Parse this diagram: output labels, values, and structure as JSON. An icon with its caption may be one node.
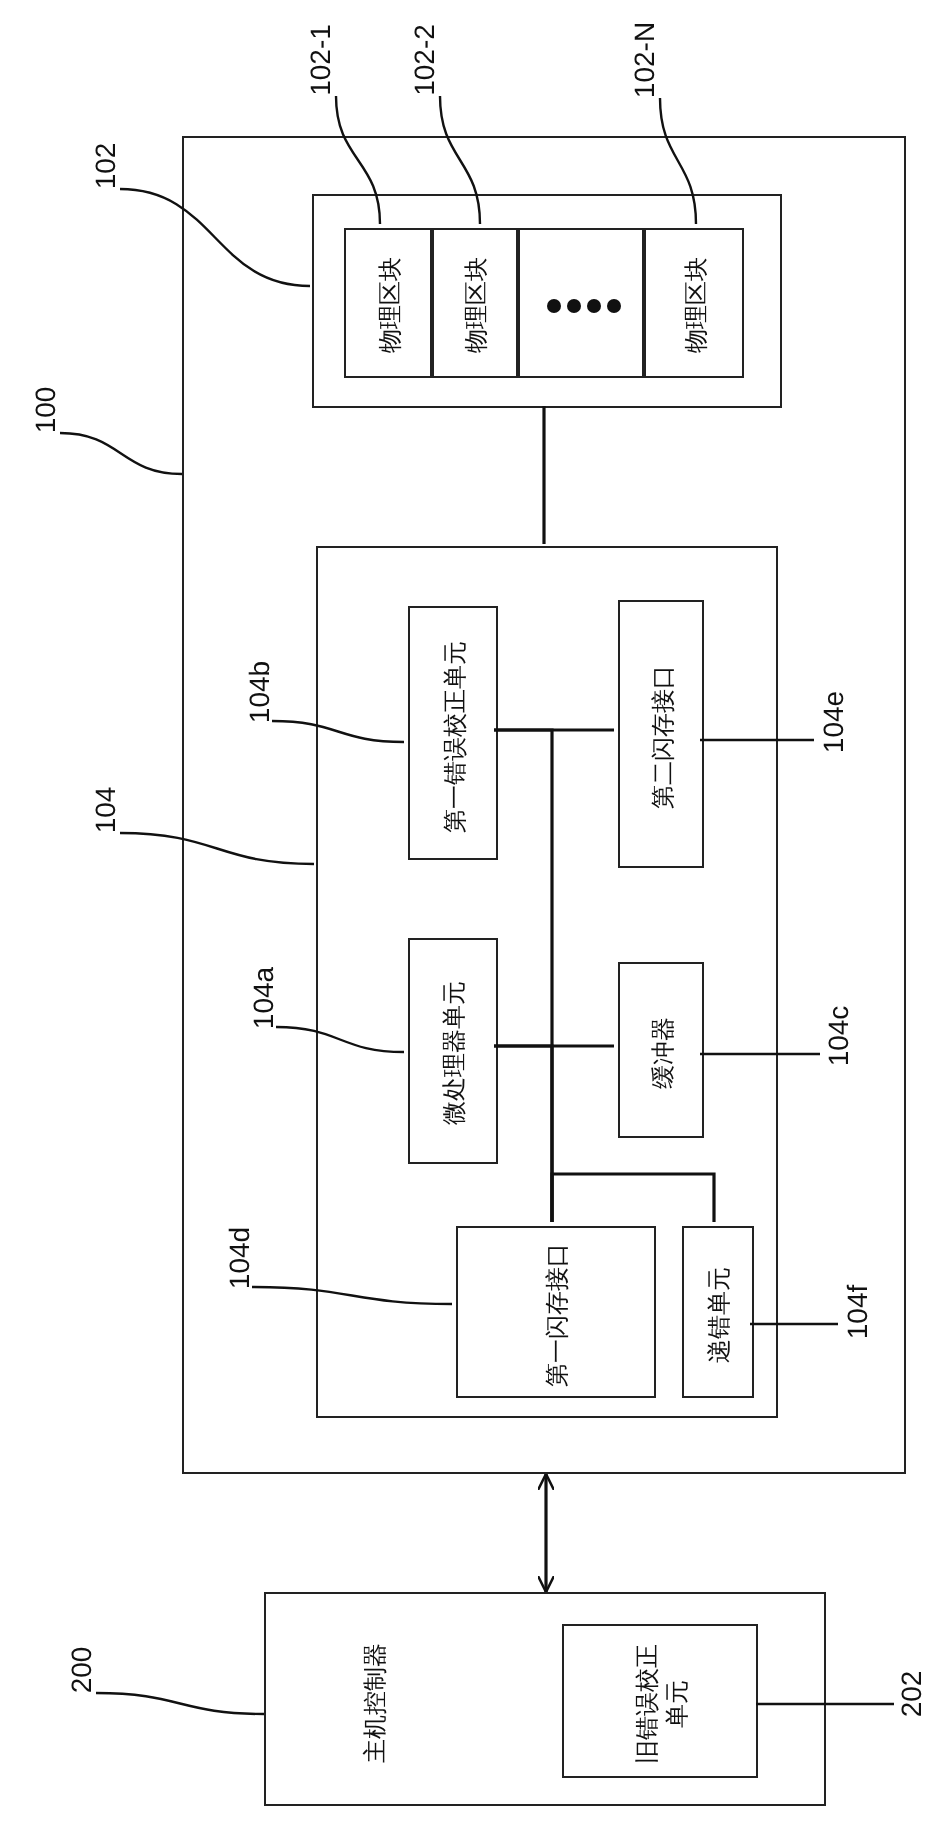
{
  "diagram": {
    "nodes": [
      {
        "text": [],
        "shape": "box"
      },
      {
        "text": [],
        "shape": "box",
        "in": 0
      },
      {
        "text": [
          "物理区块"
        ],
        "in": 1
      },
      {
        "text": [
          "物理区块"
        ],
        "in": 1
      },
      {
        "text": [],
        "shape": "box",
        "in": 1
      },
      {
        "text": [
          "物理区块"
        ],
        "in": 1
      },
      {
        "text": [],
        "shape": "box",
        "in": 0
      },
      {
        "text": [
          "第一错误校正单元"
        ],
        "in": 6
      },
      {
        "text": [
          "第二闪存接口"
        ],
        "in": 6
      },
      {
        "text": [
          "微处理器单元"
        ],
        "in": 6
      },
      {
        "text": [
          "缓冲器"
        ],
        "in": 6
      },
      {
        "text": [
          "第一闪存接口"
        ],
        "in": 6
      },
      {
        "text": [
          "递错单元"
        ],
        "in": 6
      },
      {
        "text": [
          "主机控制器"
        ]
      },
      {
        "text": [
          "旧错误校正单元"
        ],
        "in": 13
      },
      {
        "text": [
          "100"
        ]
      },
      {
        "text": [
          "102"
        ]
      },
      {
        "text": [
          "102-1"
        ]
      },
      {
        "text": [
          "102-2"
        ]
      },
      {
        "text": [
          "102-N"
        ]
      },
      {
        "text": [
          "104"
        ]
      },
      {
        "text": [
          "104b"
        ],
        "in": 0
      },
      {
        "text": [
          "104e"
        ],
        "in": 0
      },
      {
        "text": [
          "104a"
        ],
        "in": 0
      },
      {
        "text": [
          "104c"
        ],
        "in": 0
      },
      {
        "text": [
          "104d"
        ],
        "in": 0
      },
      {
        "text": [
          "104f"
        ],
        "in": 0
      },
      {
        "text": [
          "200"
        ]
      },
      {
        "text": [
          "202"
        ]
      }
    ],
    "edges": [
      {
        "from": 1,
        "to": 6,
        "arrow": "none"
      },
      {
        "from": 7,
        "to": 8,
        "arrow": "none"
      },
      {
        "from": 9,
        "to": 10,
        "arrow": "none"
      },
      {
        "from": 11,
        "to": 7,
        "arrow": "none"
      },
      {
        "from": 11,
        "to": 9,
        "arrow": "none"
      },
      {
        "from": 12,
        "to": 11,
        "arrow": "none"
      },
      {
        "from": 13,
        "to": 0,
        "arrow": "both"
      },
      {
        "from": 15,
        "to": 0,
        "arrow": "none"
      },
      {
        "from": 16,
        "to": 1,
        "arrow": "none"
      },
      {
        "from": 17,
        "to": 2,
        "arrow": "none"
      },
      {
        "from": 18,
        "to": 3,
        "arrow": "none"
      },
      {
        "from": 19,
        "to": 5,
        "arrow": "none"
      },
      {
        "from": 20,
        "to": 6,
        "arrow": "none"
      },
      {
        "from": 21,
        "to": 7,
        "arrow": "none"
      },
      {
        "from": 22,
        "to": 8,
        "arrow": "none"
      },
      {
        "from": 23,
        "to": 9,
        "arrow": "none"
      },
      {
        "from": 24,
        "to": 10,
        "arrow": "none"
      },
      {
        "from": 25,
        "to": 11,
        "arrow": "none"
      },
      {
        "from": 26,
        "to": 12,
        "arrow": "none"
      },
      {
        "from": 27,
        "to": 13,
        "arrow": "none"
      },
      {
        "from": 28,
        "to": 14,
        "arrow": "none"
      }
    ]
  }
}
